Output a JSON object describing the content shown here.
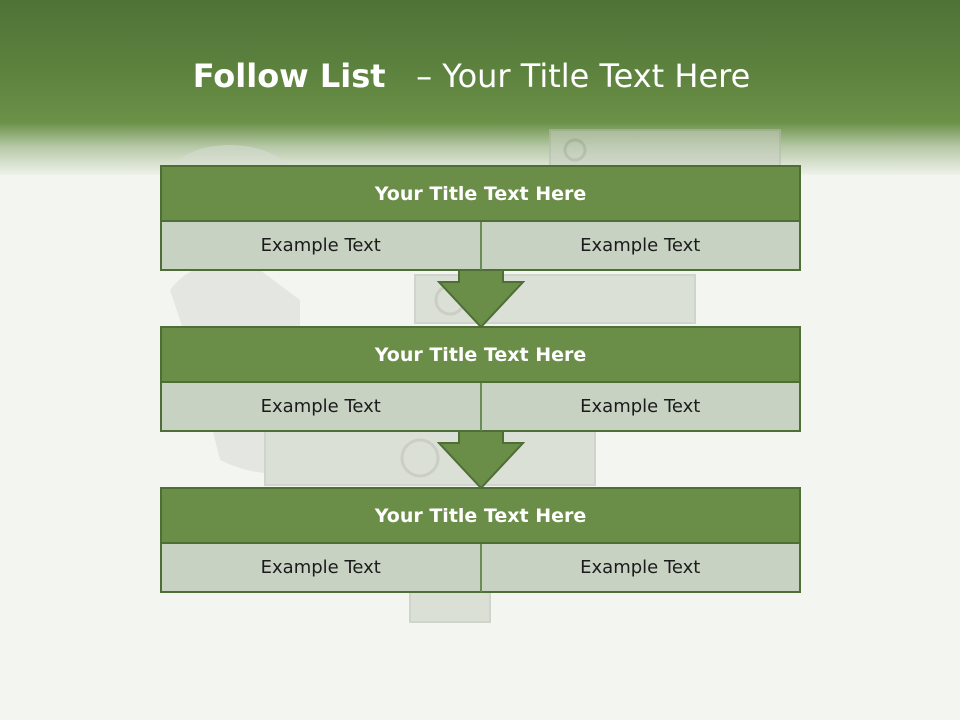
{
  "title": {
    "bold": "Follow List",
    "separator": "–",
    "rest": "Your Title Text Here"
  },
  "blocks": [
    {
      "heading": "Your Title Text Here",
      "cells": [
        "Example Text",
        "Example Text"
      ]
    },
    {
      "heading": "Your Title Text Here",
      "cells": [
        "Example Text",
        "Example Text"
      ]
    },
    {
      "heading": "Your Title Text Here",
      "cells": [
        "Example Text",
        "Example Text"
      ]
    }
  ],
  "colors": {
    "header_green": "#5e843f",
    "block_title_fill": "#6a8d47",
    "block_border": "#4e6e36",
    "cell_fill": "#c8d2c2",
    "arrow_fill": "#6a8d47"
  },
  "background_image": "faded-figure-with-dollar-bills"
}
